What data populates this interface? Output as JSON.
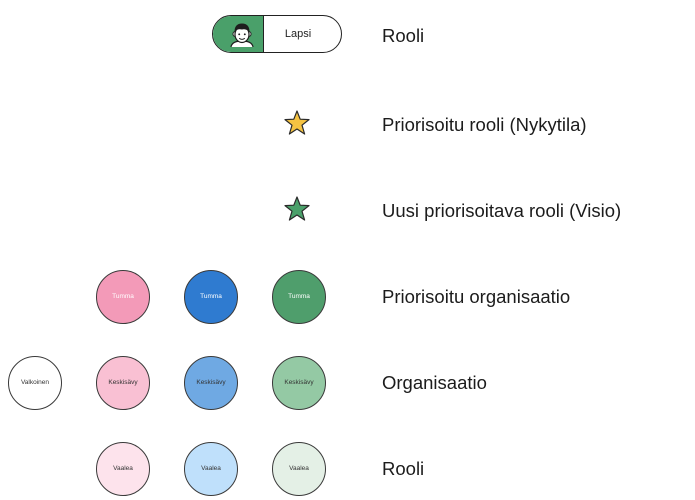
{
  "role_tag": {
    "text": "Lapsi",
    "accent": "#4aa06a",
    "icon": "child-face-icon"
  },
  "legend": [
    {
      "label": "Rooli"
    },
    {
      "label": "Priorisoitu rooli (Nykytila)",
      "icon": "star-icon",
      "color": "#f5c342"
    },
    {
      "label": "Uusi priorisoitava rooli (Visio)",
      "icon": "star-icon",
      "color": "#4aa06a"
    },
    {
      "label": "Priorisoitu organisaatio"
    },
    {
      "label": "Organisaatio"
    },
    {
      "label": "Rooli"
    }
  ],
  "circles": {
    "dark": [
      {
        "text": "Tumma",
        "color": "#f39ab8"
      },
      {
        "text": "Tumma",
        "color": "#2f7bd0"
      },
      {
        "text": "Tumma",
        "color": "#4f9e6c"
      }
    ],
    "mid": [
      {
        "text": "Valkoinen",
        "color": "#ffffff"
      },
      {
        "text": "Keskisävy",
        "color": "#f9c0d3"
      },
      {
        "text": "Keskisävy",
        "color": "#6fa9e3"
      },
      {
        "text": "Keskisävy",
        "color": "#94c9a4"
      }
    ],
    "light": [
      {
        "text": "Vaalea",
        "color": "#fde3ec"
      },
      {
        "text": "Vaalea",
        "color": "#bfe0fb"
      },
      {
        "text": "Vaalea",
        "color": "#e4f0e6"
      }
    ]
  }
}
